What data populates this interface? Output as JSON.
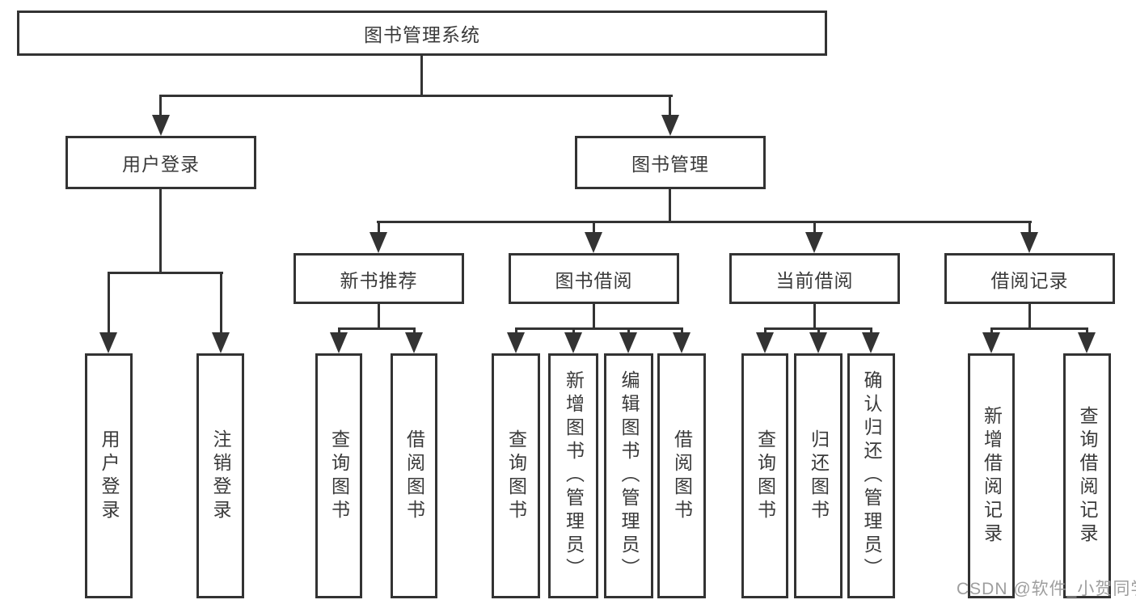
{
  "colors": {
    "line": "#333333",
    "text": "#3a3a3a",
    "watermark": "#9e9e9e",
    "background": "#ffffff"
  },
  "watermark": {
    "text": "CSDN @软件_小贺同学"
  },
  "tree": {
    "root": {
      "label": "图书管理系统"
    },
    "children": [
      {
        "label": "用户登录",
        "children": [
          "用户登录",
          "注销登录"
        ]
      },
      {
        "label": "图书管理",
        "children": [
          {
            "label": "新书推荐",
            "children": [
              "查询图书",
              "借阅图书"
            ]
          },
          {
            "label": "图书借阅",
            "children": [
              "查询图书",
              "新增图书（管理员）",
              "编辑图书（管理员）",
              "借阅图书"
            ]
          },
          {
            "label": "当前借阅",
            "children": [
              "查询图书",
              "归还图书",
              "确认归还（管理员）"
            ]
          },
          {
            "label": "借阅记录",
            "children": [
              "新增借阅记录",
              "查询借阅记录"
            ]
          }
        ]
      }
    ]
  }
}
